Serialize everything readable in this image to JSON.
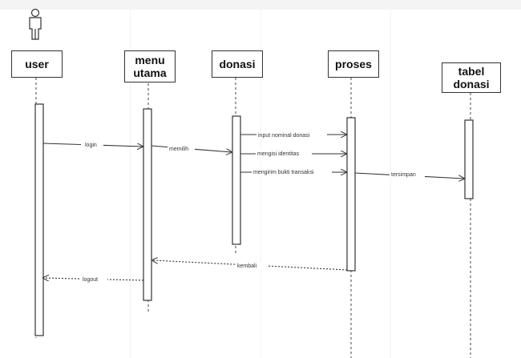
{
  "diagram": {
    "participants": [
      {
        "id": "user",
        "lines": [
          "user"
        ]
      },
      {
        "id": "menu",
        "lines": [
          "menu",
          "utama"
        ]
      },
      {
        "id": "donasi",
        "lines": [
          "donasi"
        ]
      },
      {
        "id": "proses",
        "lines": [
          "proses"
        ]
      },
      {
        "id": "tabel",
        "lines": [
          "tabel",
          "donasi"
        ]
      }
    ],
    "messages": [
      {
        "label": "login",
        "style": "solid"
      },
      {
        "label": "memilih",
        "style": "solid"
      },
      {
        "label": "input nominal donasi",
        "style": "solid"
      },
      {
        "label": "mengisi identitas",
        "style": "solid"
      },
      {
        "label": "mengirim bukti transaksi",
        "style": "solid"
      },
      {
        "label": "tersimpan",
        "style": "solid"
      },
      {
        "label": "kembali",
        "style": "dashed"
      },
      {
        "label": "logout",
        "style": "dashed"
      }
    ]
  }
}
